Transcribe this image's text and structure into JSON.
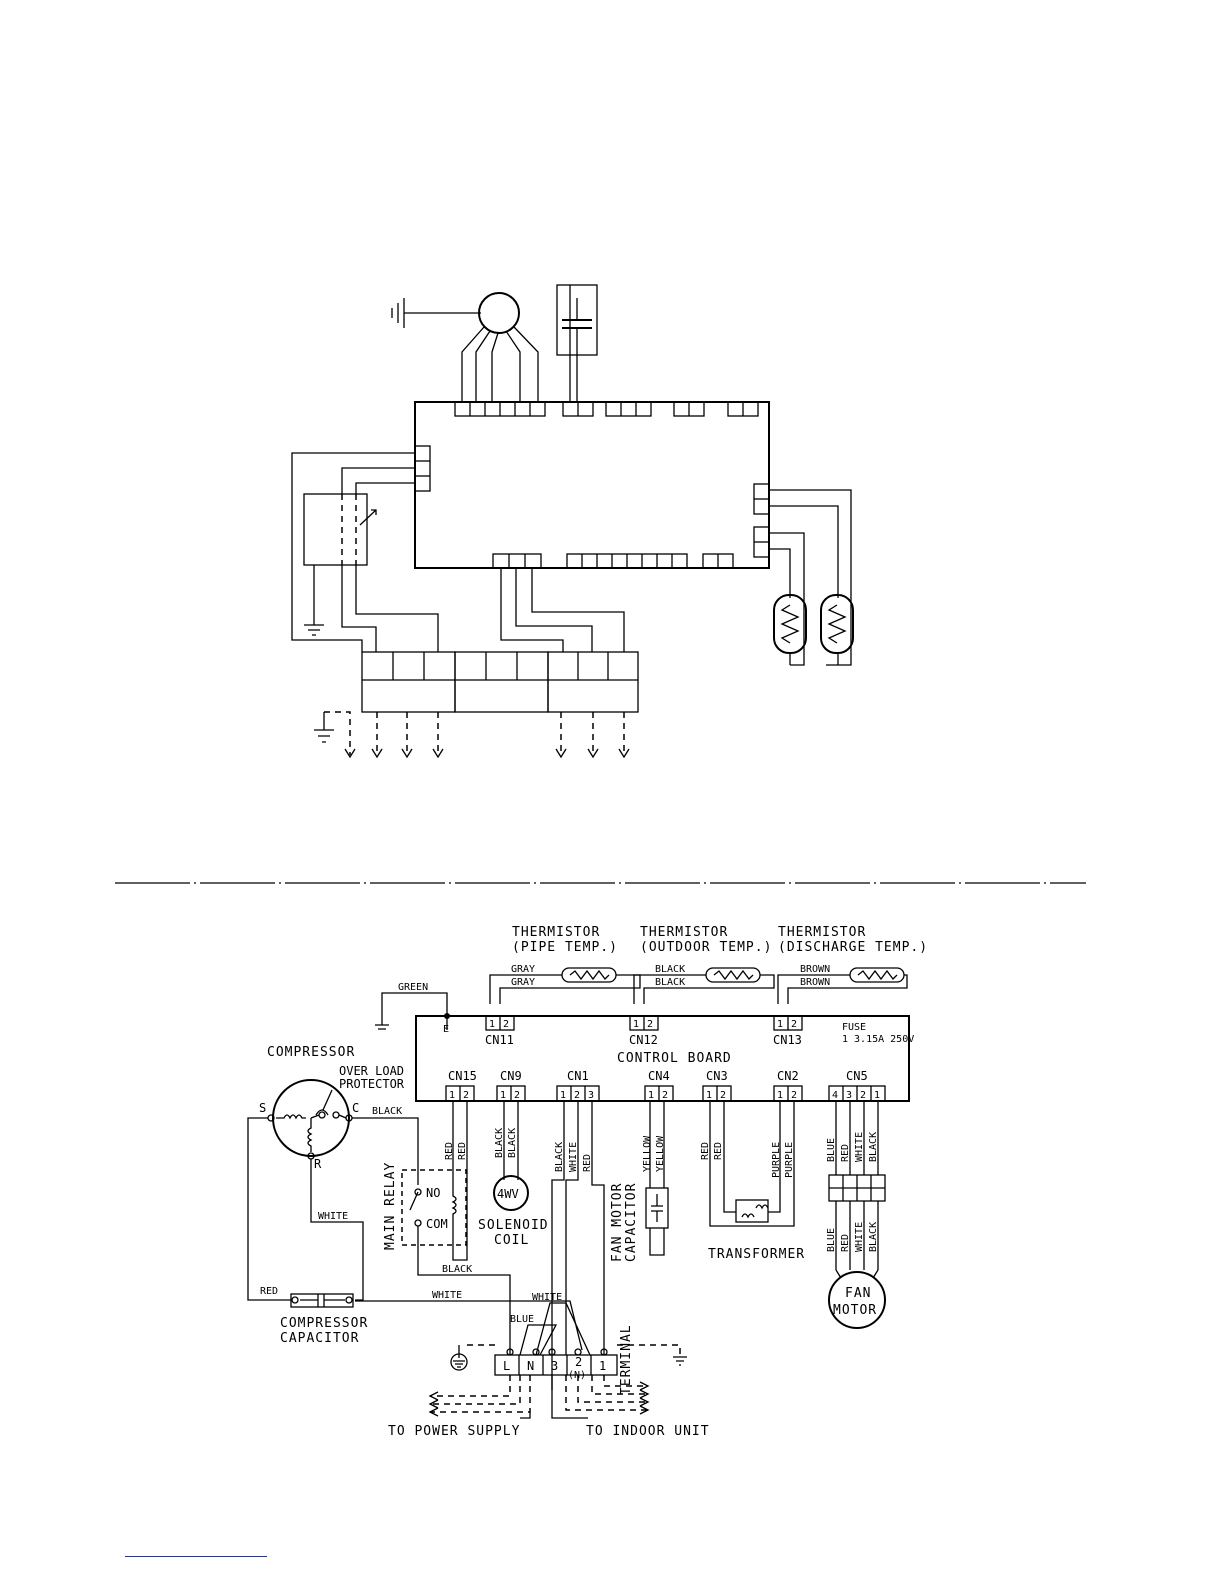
{
  "wiring_diagram": {
    "thermistors": [
      {
        "title": "THERMISTOR",
        "subtitle": "(PIPE TEMP.)",
        "wire1": "GRAY",
        "wire2": "GRAY",
        "connector": "CN11"
      },
      {
        "title": "THERMISTOR",
        "subtitle": "(OUTDOOR TEMP.)",
        "wire1": "BLACK",
        "wire2": "BLACK",
        "connector": "CN12"
      },
      {
        "title": "THERMISTOR",
        "subtitle": "(DISCHARGE TEMP.)",
        "wire1": "BROWN",
        "wire2": "BROWN",
        "connector": "CN13"
      }
    ],
    "ground_wire": "GREEN",
    "earth_mark": "E",
    "control_board": "CONTROL BOARD",
    "fuse_label": "FUSE",
    "fuse_rating": "1 3.15A 250V",
    "connectors": {
      "cn15": "CN15",
      "cn9": "CN9",
      "cn1": "CN1",
      "cn4": "CN4",
      "cn3": "CN3",
      "cn2": "CN2",
      "cn5": "CN5"
    },
    "pin_numbers": {
      "p1": "1",
      "p2": "2",
      "p3": "3",
      "p4": "4"
    },
    "compressor": "COMPRESSOR",
    "overload_line1": "OVER LOAD",
    "overload_line2": "PROTECTOR",
    "comp_terminals": {
      "s": "S",
      "c": "C",
      "r": "R"
    },
    "main_relay": "MAIN RELAY",
    "relay_no": "NO",
    "relay_com": "COM",
    "solenoid_symbol": "4WV",
    "solenoid_line1": "SOLENOID",
    "solenoid_line2": "COIL",
    "fan_cap_line1": "FAN MOTOR",
    "fan_cap_line2": "CAPACITOR",
    "transformer": "TRANSFORMER",
    "fan_motor_line1": "FAN",
    "fan_motor_line2": "MOTOR",
    "comp_cap_line1": "COMPRESSOR",
    "comp_cap_line2": "CAPACITOR",
    "wires": {
      "black": "BLACK",
      "white": "WHITE",
      "red": "RED",
      "blue": "BLUE",
      "yellow": "YELLOW",
      "purple": "PURPLE",
      "gray": "GRAY",
      "brown": "BROWN"
    },
    "terminal_block": {
      "t_l": "L",
      "t_n": "N",
      "t_3": "3",
      "t_2": "2",
      "t_2n": "(N)",
      "t_1": "1"
    },
    "terminal_label": "TERMINAL",
    "to_power": "TO POWER SUPPLY",
    "to_indoor": "TO INDOOR UNIT"
  }
}
